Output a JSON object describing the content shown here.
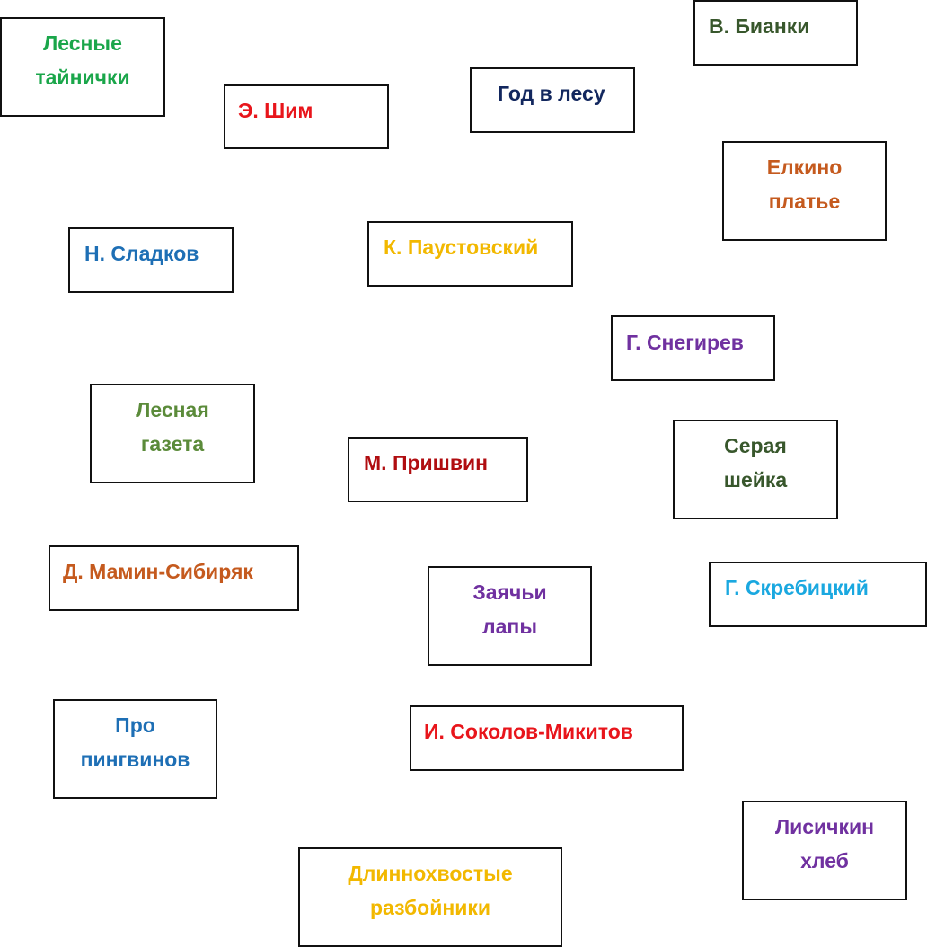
{
  "colors": {
    "border": "#111111",
    "green": "#1aa64a",
    "red": "#e8151b",
    "navy": "#12275e",
    "dark_olive": "#38572c",
    "orange": "#c55a1e",
    "blue": "#1e6fb5",
    "gold": "#f2b800",
    "purple": "#7031a0",
    "olive_green": "#5b8b3a",
    "dark_red": "#b00d10",
    "cyan": "#1aa8e0"
  },
  "cards": {
    "lesnye_tainichki": {
      "line1": "Лесные",
      "line2": "тайнички"
    },
    "shim": {
      "text": "Э. Шим"
    },
    "god_v_lesu": {
      "text": "Год в лесу"
    },
    "bianki": {
      "text": "В. Бианки"
    },
    "elkino_platye": {
      "line1": "Елкино",
      "line2": "платье"
    },
    "sladkov": {
      "text": "Н. Сладков"
    },
    "paustovsky": {
      "text": "К. Паустовский"
    },
    "snegirev": {
      "text": "Г. Снегирев"
    },
    "lesnaya_gazeta": {
      "line1": "Лесная",
      "line2": "газета"
    },
    "prishvin": {
      "text": "М. Пришвин"
    },
    "seraya_sheika": {
      "line1": "Серая",
      "line2": "шейка"
    },
    "mamin_sibiryak": {
      "text": "Д. Мамин-Сибиряк"
    },
    "zayachi_lapy": {
      "line1": "Заячьи",
      "line2": "лапы"
    },
    "skrebitsky": {
      "text": "Г. Скребицкий"
    },
    "pro_pingvinov": {
      "line1": "Про",
      "line2": "пингвинов"
    },
    "sokolov_mikitov": {
      "text": "И. Соколов-Микитов"
    },
    "lisichkin_hleb": {
      "line1": "Лисичкин",
      "line2": "хлеб"
    },
    "dlinnohvostye": {
      "line1": "Длиннохвостые",
      "line2": "разбойники"
    }
  }
}
